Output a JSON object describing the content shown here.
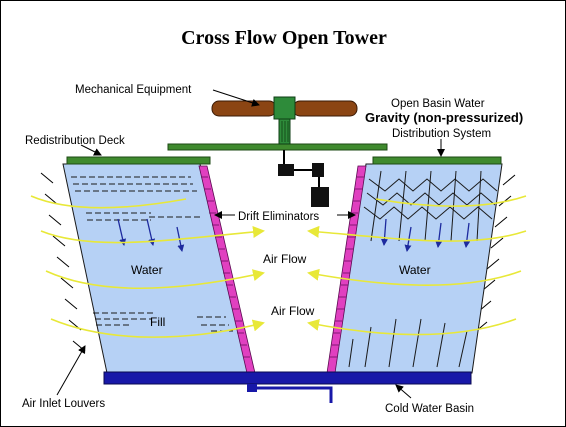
{
  "title": "Cross Flow Open Tower",
  "labels": {
    "mechanical_equipment": "Mechanical Equipment",
    "open_basin_water": "Open Basin Water",
    "gravity": "Gravity (non-pressurized)",
    "distribution_system": "Distribution System",
    "redistribution_deck": "Redistribution Deck",
    "drift_eliminators": "Drift Eliminators",
    "air_flow_upper": "Air Flow",
    "air_flow_lower": "Air Flow",
    "water_left": "Water",
    "water_right": "Water",
    "fill": "Fill",
    "air_inlet_louvers": "Air Inlet Louvers",
    "cold_water_basin": "Cold Water Basin"
  },
  "colors": {
    "fill_media": "#b6d1f5",
    "basin": "#1818a8",
    "drift_eliminator": "#e040c0",
    "deck": "#3f8a2e",
    "fan_blade": "#8b4513",
    "motor": "#2e8b3a",
    "air_flow": "#e8e838",
    "water_arrow": "#1d2a9e"
  }
}
